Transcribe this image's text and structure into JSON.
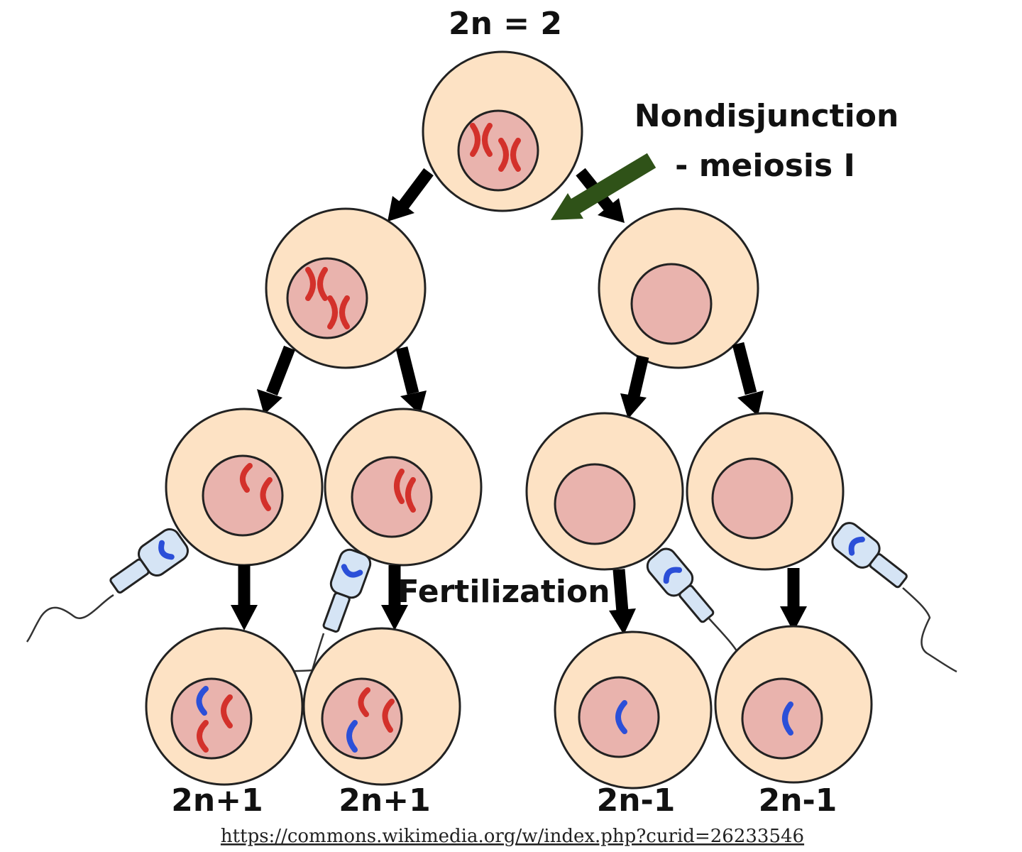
{
  "labels": {
    "top": "2n = 2",
    "nondisjunction_line1": "Nondisjunction",
    "nondisjunction_line2": "- meiosis I",
    "fertilization": "Fertilization",
    "result_1": "2n+1",
    "result_2": "2n+1",
    "result_3": "2n-1",
    "result_4": "2n-1"
  },
  "source_credit": "https://commons.wikimedia.org/w/index.php?curid=26233546",
  "colors": {
    "cell": "#fde2c4",
    "nucleus": "#e9b3ad",
    "chromosome_maternal": "#d3312b",
    "chromosome_paternal": "#2b4fd8",
    "nondisjunction_arrow": "#2f5218",
    "sperm_head": "#d5e4f5"
  }
}
